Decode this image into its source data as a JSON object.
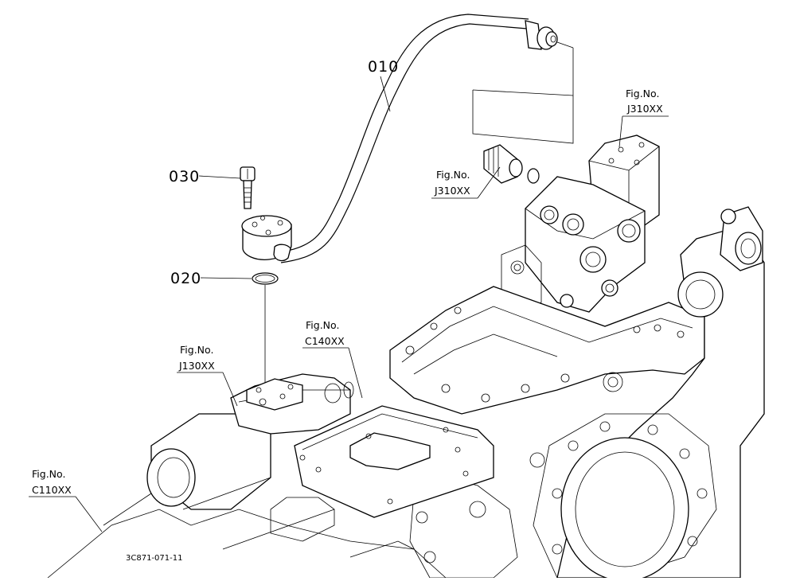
{
  "callouts": {
    "c010": "010",
    "c020": "020",
    "c030": "030"
  },
  "fig_refs": {
    "j310_top": {
      "label": "Fig.No.",
      "code": "J310XX"
    },
    "j310_left": {
      "label": "Fig.No.",
      "code": "J310XX"
    },
    "c140": {
      "label": "Fig.No.",
      "code": "C140XX"
    },
    "j130": {
      "label": "Fig.No.",
      "code": "J130XX"
    },
    "c110": {
      "label": "Fig.No.",
      "code": "C110XX"
    }
  },
  "drawing_code": "3C871-071-11",
  "colors": {
    "ink": "#000000",
    "paper": "#ffffff"
  }
}
